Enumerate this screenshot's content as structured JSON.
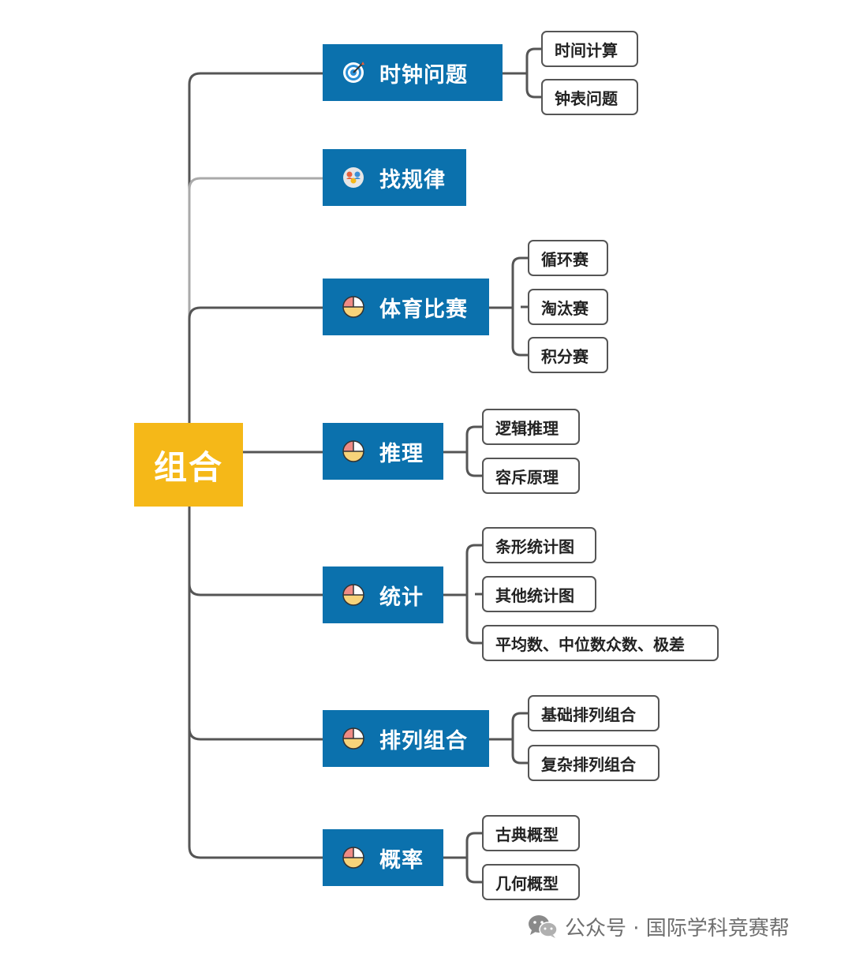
{
  "root": {
    "label": "组合",
    "color": "#f5b818"
  },
  "colors": {
    "branch": "#0b71ad",
    "connector": "#555555",
    "connector_light": "#aaaaaa",
    "leaf_border": "#555555"
  },
  "branches": [
    {
      "id": "clock",
      "label": "时钟问题",
      "icon": "target-icon",
      "children": [
        "时间计算",
        "钟表问题"
      ]
    },
    {
      "id": "pattern",
      "label": "找规律",
      "icon": "people-group-icon",
      "children": []
    },
    {
      "id": "sports",
      "label": "体育比赛",
      "icon": "pie-chart-icon",
      "children": [
        "循环赛",
        "淘汰赛",
        "积分赛"
      ]
    },
    {
      "id": "reasoning",
      "label": "推理",
      "icon": "pie-chart-icon",
      "children": [
        "逻辑推理",
        "容斥原理"
      ]
    },
    {
      "id": "statistics",
      "label": "统计",
      "icon": "pie-chart-icon",
      "children": [
        "条形统计图",
        "其他统计图",
        "平均数、中位数众数、极差"
      ]
    },
    {
      "id": "permutation",
      "label": "排列组合",
      "icon": "pie-chart-icon",
      "children": [
        "基础排列组合",
        "复杂排列组合"
      ]
    },
    {
      "id": "probability",
      "label": "概率",
      "icon": "pie-chart-icon",
      "children": [
        "古典概型",
        "几何概型"
      ]
    }
  ],
  "watermark": {
    "text": "公众号 · 国际学科竞赛帮",
    "icon": "wechat-icon"
  }
}
